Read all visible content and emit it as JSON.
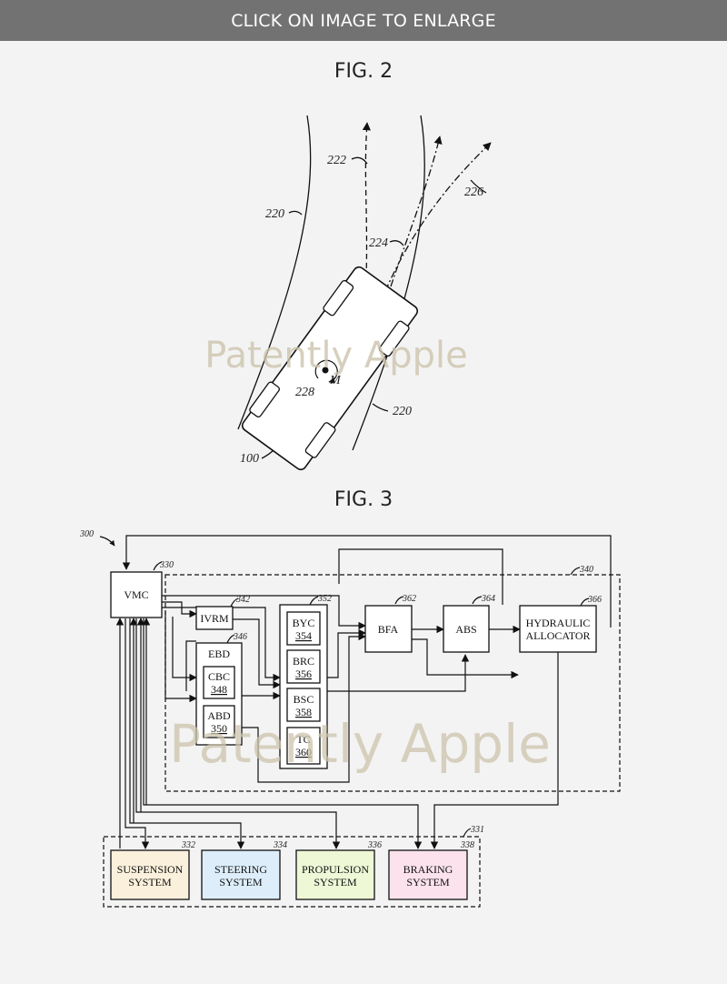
{
  "banner": {
    "text": "CLICK ON IMAGE TO ENLARGE"
  },
  "fig2": {
    "title": "FIG. 2",
    "labels": {
      "l222": "222",
      "l220a": "220",
      "l226": "226",
      "l224": "224",
      "l228": "228",
      "lM": "M",
      "l220b": "220",
      "l100": "100"
    },
    "watermark": "Patently Apple"
  },
  "fig3": {
    "title": "FIG. 3",
    "refs": {
      "r300": "300",
      "r330": "330",
      "r340": "340",
      "r342": "342",
      "r346": "346",
      "r352": "352",
      "r362": "362",
      "r364": "364",
      "r366": "366",
      "r331": "331",
      "r332": "332",
      "r334": "334",
      "r336": "336",
      "r338": "338"
    },
    "blocks": {
      "vmc": "VMC",
      "ivrm": "IVRM",
      "ebd": "EBD",
      "cbc": "CBC",
      "cbc_num": "348",
      "abd": "ABD",
      "abd_num": "350",
      "byc": "BYC",
      "byc_num": "354",
      "brc": "BRC",
      "brc_num": "356",
      "bsc": "BSC",
      "bsc_num": "358",
      "tc": "TC",
      "tc_num": "360",
      "bfa": "BFA",
      "abs": "ABS",
      "hyd1": "HYDRAULIC",
      "hyd2": "ALLOCATOR",
      "susp1": "SUSPENSION",
      "susp2": "SYSTEM",
      "steer1": "STEERING",
      "steer2": "SYSTEM",
      "prop1": "PROPULSION",
      "prop2": "SYSTEM",
      "brake1": "BRAKING",
      "brake2": "SYSTEM"
    },
    "colors": {
      "suspension": "#fbf0dc",
      "steering": "#ddeefa",
      "propulsion": "#eef7d6",
      "braking": "#fbe2ec"
    },
    "watermark": "Patently Apple"
  }
}
